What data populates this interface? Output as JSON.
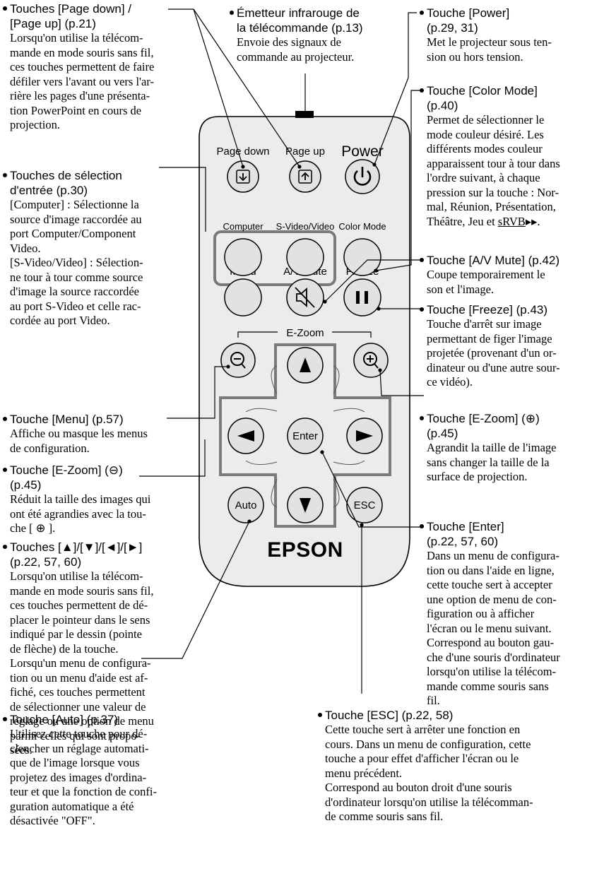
{
  "remote": {
    "buttons": {
      "page_down": "Page down",
      "page_up": "Page up",
      "power": "Power",
      "computer": "Computer",
      "svideo_video": "S-Video/Video",
      "color_mode": "Color Mode",
      "menu": "Menu",
      "av_mute": "A/V Mute",
      "freeze": "Freeze",
      "ezoom": "E-Zoom",
      "enter": "Enter",
      "auto": "Auto",
      "esc": "ESC"
    },
    "brand": "EPSON"
  },
  "callouts": {
    "page_keys": {
      "title": "Touches [Page down] /\n[Page up] (p.21)",
      "body": "Lorsqu'on utilise la télécom-\nmande en mode souris sans fil,\nces touches permettent de faire\ndéfiler vers l'avant ou vers l'ar-\nrière les pages d'une présenta-\ntion PowerPoint en cours de\nprojection."
    },
    "infrared": {
      "title": "Émetteur infrarouge de\nla télécommande (p.13)",
      "body": "Envoie des signaux de\ncommande au projecteur."
    },
    "power": {
      "title": "Touche [Power]\n(p.29, 31)",
      "body": "Met le projecteur sous ten-\nsion ou hors tension."
    },
    "color_mode": {
      "title": "Touche [Color Mode]\n(p.40)",
      "body": "Permet de sélectionner le\nmode couleur désiré. Les\ndifférents modes couleur\napparaissent tour à tour dans\nl'ordre suivant, à chaque\npression sur la touche : Nor-\nmal, Réunion, Présentation,\nThéâtre, Jeu et ",
      "link": "sRVB",
      "arrow": "▸▸."
    },
    "input_select": {
      "title": "Touches de sélection\nd'entrée (p.30)",
      "body": "[Computer] :  Sélectionne la\nsource d'image raccordée au\nport Computer/Component\nVideo.\n[S-Video/Video] : Sélection-\nne tour à tour comme source\nd'image la source raccordée\nau port S-Video  et celle rac-\ncordée au port Video."
    },
    "av_mute": {
      "title": "Touche [A/V Mute] (p.42)",
      "body": "Coupe temporairement le\nson et l'image."
    },
    "freeze": {
      "title": "Touche [Freeze] (p.43)",
      "body": "Touche d'arrêt sur image\npermettant de figer l'image\nprojetée (provenant d'un or-\ndinateur ou d'une autre sour-\nce vidéo)."
    },
    "menu": {
      "title": "Touche [Menu] (p.57)",
      "body": "Affiche ou masque les menus\nde configuration."
    },
    "ezoom_minus": {
      "title_a": "Touche [E-Zoom] (",
      "symbol": "⊖",
      "title_b": ")\n(p.45)",
      "body_a": "Réduit la taille des images qui\nont été agrandies avec la tou-\nche [ ",
      "body_symbol": "⊕",
      "body_b": " ]."
    },
    "ezoom_plus": {
      "title_a": "Touche [E-Zoom] (",
      "symbol": "⊕",
      "title_b": ")\n(p.45)",
      "body": "Agrandit la taille de l'image\nsans changer la taille de la\nsurface de projection."
    },
    "arrows": {
      "title": "Touches [▲]/[▼]/[◄]/[►]\n(p.22, 57, 60)",
      "body": "Lorsqu'on utilise la télécom-\nmande en mode souris sans fil,\nces touches permettent de dé-\nplacer le pointeur dans le sens\nindiqué par le dessin (pointe\nde flèche) de la touche.\nLorsqu'un menu de configura-\ntion ou un menu d'aide est af-\nfiché, ces touches permettent\nde sélectionner une valeur de\nréglage ou une option de menu\nparmi celles qui sont propo-\nsées."
    },
    "enter": {
      "title": "Touche [Enter]\n(p.22, 57, 60)",
      "body": "Dans un menu de configura-\ntion ou dans l'aide en ligne,\ncette touche sert à accepter\nune option de menu de con-\nfiguration ou à afficher\nl'écran ou le menu suivant.\nCorrespond au bouton gau-\nche d'une souris d'ordinateur\nlorsqu'on utilise la télécom-\nmande comme souris sans\nfil."
    },
    "auto": {
      "title": "Touche [Auto] (p.37)",
      "body": "Utilisez cette touche pour dé-\nclencher un réglage automati-\nque de l'image lorsque vous\nprojetez des images d'ordina-\nteur et que la fonction de confi-\nguration automatique a été\ndésactivée \"OFF\"."
    },
    "esc": {
      "title": "Touche [ESC] (p.22, 58)",
      "body": "Cette touche sert à arrêter une fonction en\ncours. Dans un menu de configuration, cette\ntouche a pour effet d'afficher l'écran ou le\nmenu précédent.\nCorrespond au bouton droit d'une souris\nd'ordinateur lorsqu'on utilise la télécomman-\nde comme souris sans fil."
    }
  }
}
